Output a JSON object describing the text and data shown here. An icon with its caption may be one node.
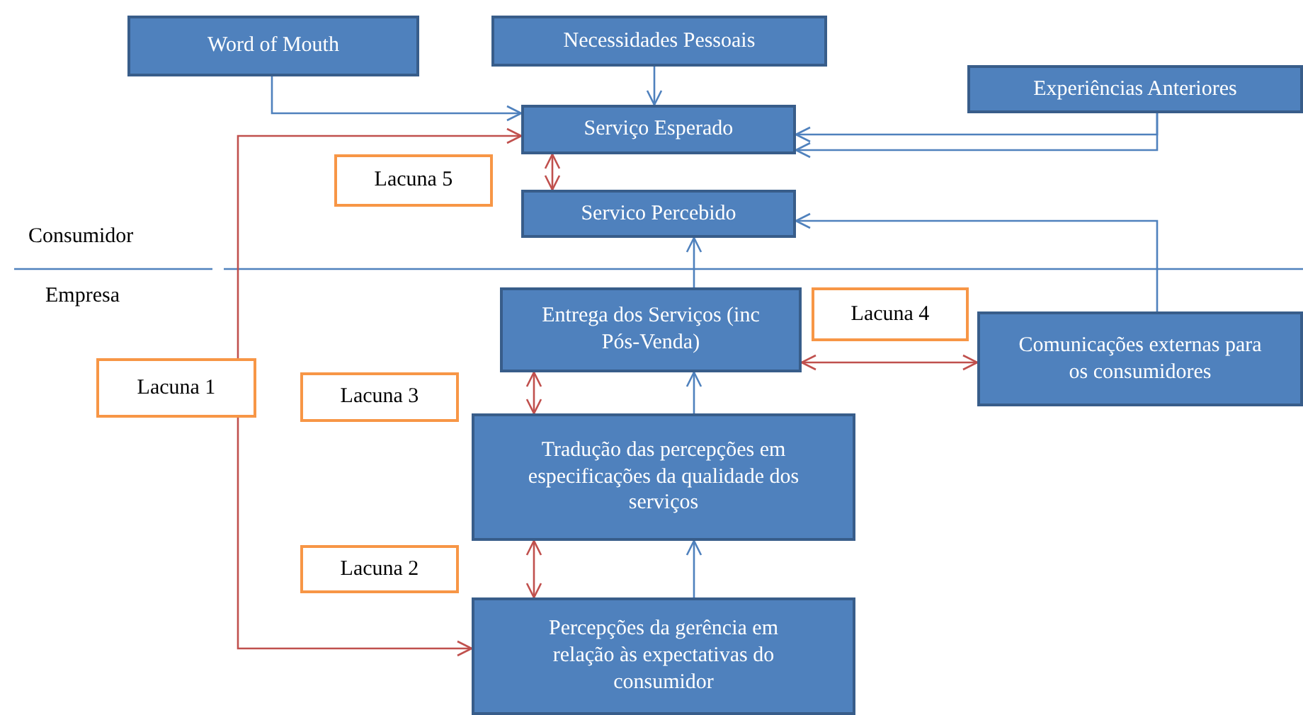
{
  "diagram": {
    "nodes": [
      {
        "text": [
          "Word of Mouth"
        ]
      },
      {
        "text": [
          "Necessidades Pessoais"
        ]
      },
      {
        "text": [
          "Experiências Anteriores"
        ]
      },
      {
        "text": [
          "Serviço Esperado"
        ]
      },
      {
        "text": [
          "Lacuna 5"
        ]
      },
      {
        "text": [
          "Servico Percebido"
        ]
      },
      {
        "text": [
          "Entrega dos Serviços (inc Pós-Venda)"
        ]
      },
      {
        "text": [
          "Lacuna 4"
        ]
      },
      {
        "text": [
          "Comunicações externas para os consumidores"
        ]
      },
      {
        "text": [
          "Lacuna 1"
        ]
      },
      {
        "text": [
          "Lacuna 3"
        ]
      },
      {
        "text": [
          "Tradução das percepções em especificações da qualidade dos serviços"
        ]
      },
      {
        "text": [
          "Lacuna 2"
        ]
      },
      {
        "text": [
          "Percepções da gerência em relação às expectativas do consumidor"
        ]
      }
    ],
    "edges": [
      {
        "from": 0,
        "to": 3,
        "arrow": "to"
      },
      {
        "from": 1,
        "to": 3,
        "arrow": "to"
      },
      {
        "from": 2,
        "to": 3,
        "arrow": "to"
      },
      {
        "from": 2,
        "to": 3,
        "arrow": "to"
      },
      {
        "from": 3,
        "to": 5,
        "arrow": "both",
        "color": "#c0504d"
      },
      {
        "from": 9,
        "to": 3,
        "arrow": "to",
        "color": "#c0504d"
      },
      {
        "from": 9,
        "to": 13,
        "arrow": "to",
        "color": "#c0504d"
      },
      {
        "from": 6,
        "to": 5,
        "arrow": "to"
      },
      {
        "from": 8,
        "to": 5,
        "arrow": "to"
      },
      {
        "from": 6,
        "to": 8,
        "arrow": "both",
        "color": "#c0504d"
      },
      {
        "from": 6,
        "to": 11,
        "arrow": "both",
        "color": "#c0504d"
      },
      {
        "from": 11,
        "to": 6,
        "arrow": "to"
      },
      {
        "from": 11,
        "to": 13,
        "arrow": "both",
        "color": "#c0504d"
      },
      {
        "from": 13,
        "to": 11,
        "arrow": "to"
      }
    ],
    "labels": [
      "Consumidor",
      "Empresa"
    ]
  }
}
